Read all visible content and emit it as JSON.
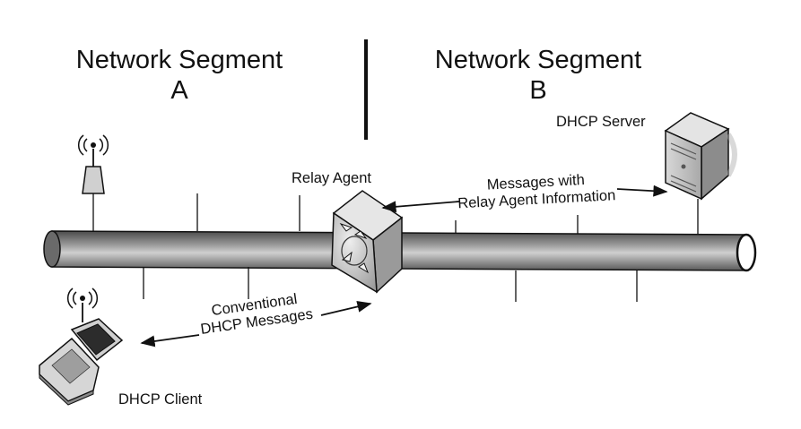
{
  "segments": {
    "a": {
      "title": "Network Segment",
      "letter": "A"
    },
    "b": {
      "title": "Network Segment",
      "letter": "B"
    }
  },
  "labels": {
    "dhcp_server": "DHCP Server",
    "relay_agent": "Relay Agent",
    "relay_msg_line1": "Messages with",
    "relay_msg_line2": "Relay Agent Information",
    "conv_msg_line1": "Conventional",
    "conv_msg_line2": "DHCP Messages",
    "dhcp_client": "DHCP Client"
  },
  "icons": {
    "access_point": "wireless-access-point-icon",
    "laptop": "laptop-icon",
    "server": "server-tower-icon",
    "relay": "relay-agent-router-icon"
  },
  "colors": {
    "line": "#111111",
    "bus_dark": "#555555",
    "bus_light": "#d0d0d0",
    "device_gray": "#bdbdbd"
  }
}
